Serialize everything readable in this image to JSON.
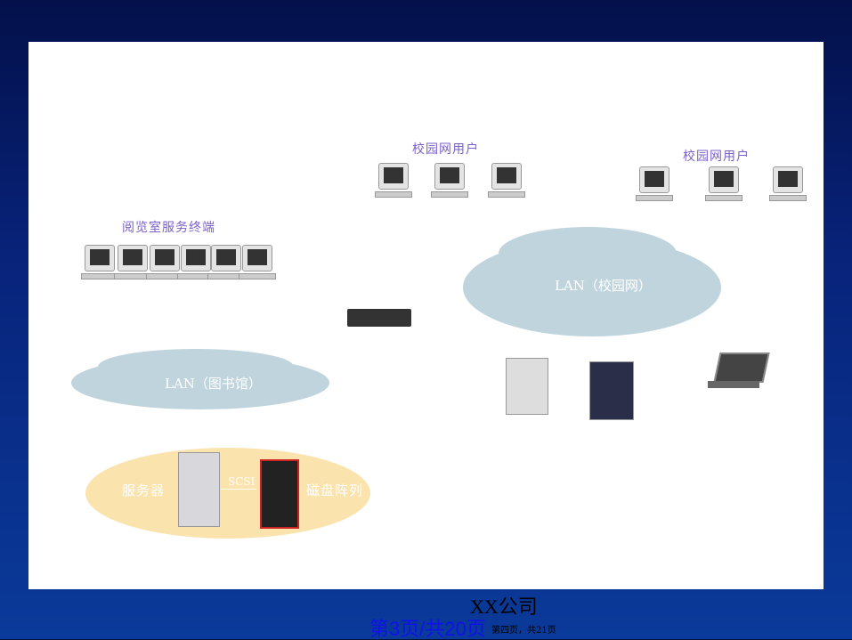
{
  "diagram": {
    "reading_room_label": "阅览室服务终端",
    "campus_users_label_1": "校园网用户",
    "campus_users_label_2": "校园网用户",
    "lan_campus": "LAN（校园网）",
    "lan_library": "LAN（图书馆）",
    "server_label": "服务器",
    "scsi_label": "SCSI",
    "disk_array_label": "磁盘阵列"
  },
  "footer": {
    "company": "XX公司",
    "page_blue": "第3页/共20页",
    "page_small": "第四页，共21页"
  }
}
